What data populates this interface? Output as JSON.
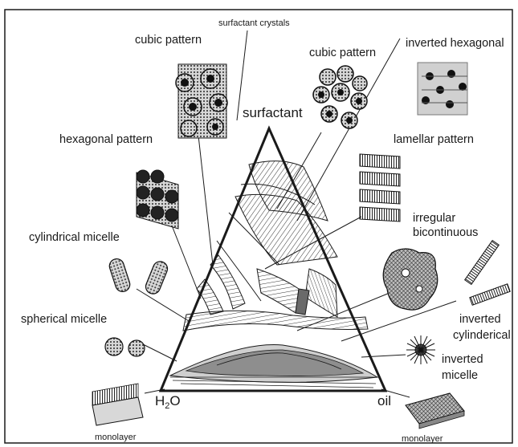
{
  "figure": {
    "labels": {
      "surfactant_crystals": "surfactant crystals",
      "cubic_left": "cubic pattern",
      "cubic_right": "cubic pattern",
      "inverted_hexagonal": "inverted hexagonal",
      "surfactant": "surfactant",
      "lamellar": "lamellar pattern",
      "hexagonal": "hexagonal pattern",
      "irregular_1": "irregular",
      "irregular_2": "bicontinuous",
      "cylindrical_micelle": "cylindrical micelle",
      "spherical_micelle": "spherical micelle",
      "inverted_cyl_1": "inverted",
      "inverted_cyl_2": "cylinderical",
      "inverted_micelle_1": "inverted",
      "inverted_micelle_2": "micelle",
      "water_main": "H",
      "water_sub": "2",
      "water_tail": "O",
      "oil": "oil",
      "monolayer_left": "monolayer",
      "monolayer_right": "monolayer"
    },
    "colors": {
      "ink": "#1a1a1a",
      "shade_dark": "#6a6a6a",
      "shade_mid": "#9a9a9a",
      "shade_light": "#cfcfcf"
    },
    "icons": [
      "cubic-micelle-cluster-icon",
      "cubic-bicontinuous-cluster-icon",
      "inverted-hexagonal-icon",
      "lamellar-stack-icon",
      "hexagonal-rod-bundle-icon",
      "cylindrical-micelle-icon",
      "spherical-micelle-icon",
      "irregular-bicontinuous-icon",
      "inverted-cylinder-icon",
      "inverted-micelle-icon",
      "monolayer-icon"
    ]
  }
}
